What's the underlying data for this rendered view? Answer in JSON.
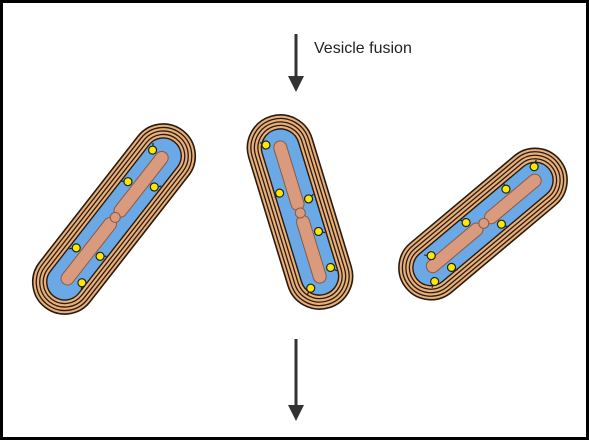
{
  "labels": {
    "top_arrow": "Vesicle fusion"
  },
  "colors": {
    "background": "#ffffff",
    "frame": "#000000",
    "outer_membrane_fill": "#e8b07a",
    "membrane_line": "#2a1a0e",
    "cytoplasm": "#6aa9e6",
    "chromosome": "#d99a7e",
    "chromosome_edge": "#8a5a44",
    "bead": "#ffe800",
    "arrow": "#333333"
  },
  "icons": {
    "bead": "yellow-dot",
    "arrow": "down-arrow"
  },
  "cells": [
    {
      "name": "left-bacterium",
      "beads": 6
    },
    {
      "name": "middle-bacterium",
      "beads": 6
    },
    {
      "name": "right-bacterium",
      "beads": 7
    }
  ]
}
